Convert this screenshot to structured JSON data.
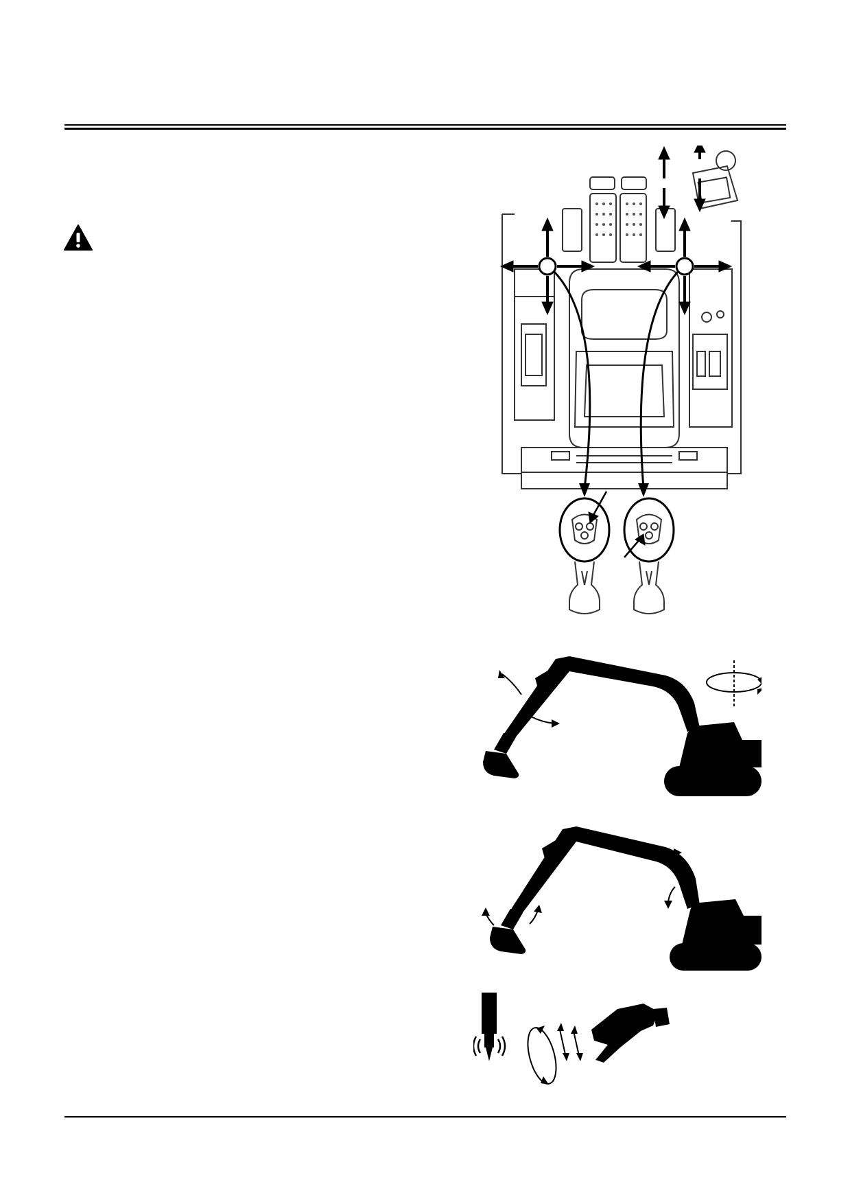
{
  "page": {
    "header": {
      "rule": "double"
    },
    "warning": {
      "icon": "warning-triangle-icon"
    },
    "figures": [
      {
        "name": "cab-controls-figure",
        "icons": [
          "cab-top-view",
          "left-control-lever",
          "right-control-lever",
          "lever-detail-left",
          "lever-detail-right",
          "direction-arrows"
        ]
      },
      {
        "name": "excavator-swing-figure",
        "icons": [
          "excavator-silhouette",
          "swing-rotation-arrow",
          "boom-arrow"
        ]
      },
      {
        "name": "excavator-bucket-figure",
        "icons": [
          "excavator-silhouette",
          "bucket-arrow",
          "boom-arrow"
        ]
      },
      {
        "name": "attachments-figure",
        "icons": [
          "hammer-icon",
          "rotation-icon",
          "crusher-icon"
        ]
      }
    ],
    "footer": {
      "rule": "single"
    },
    "colors": {
      "ink": "#000000",
      "paper": "#ffffff",
      "linework": "#333333"
    }
  }
}
